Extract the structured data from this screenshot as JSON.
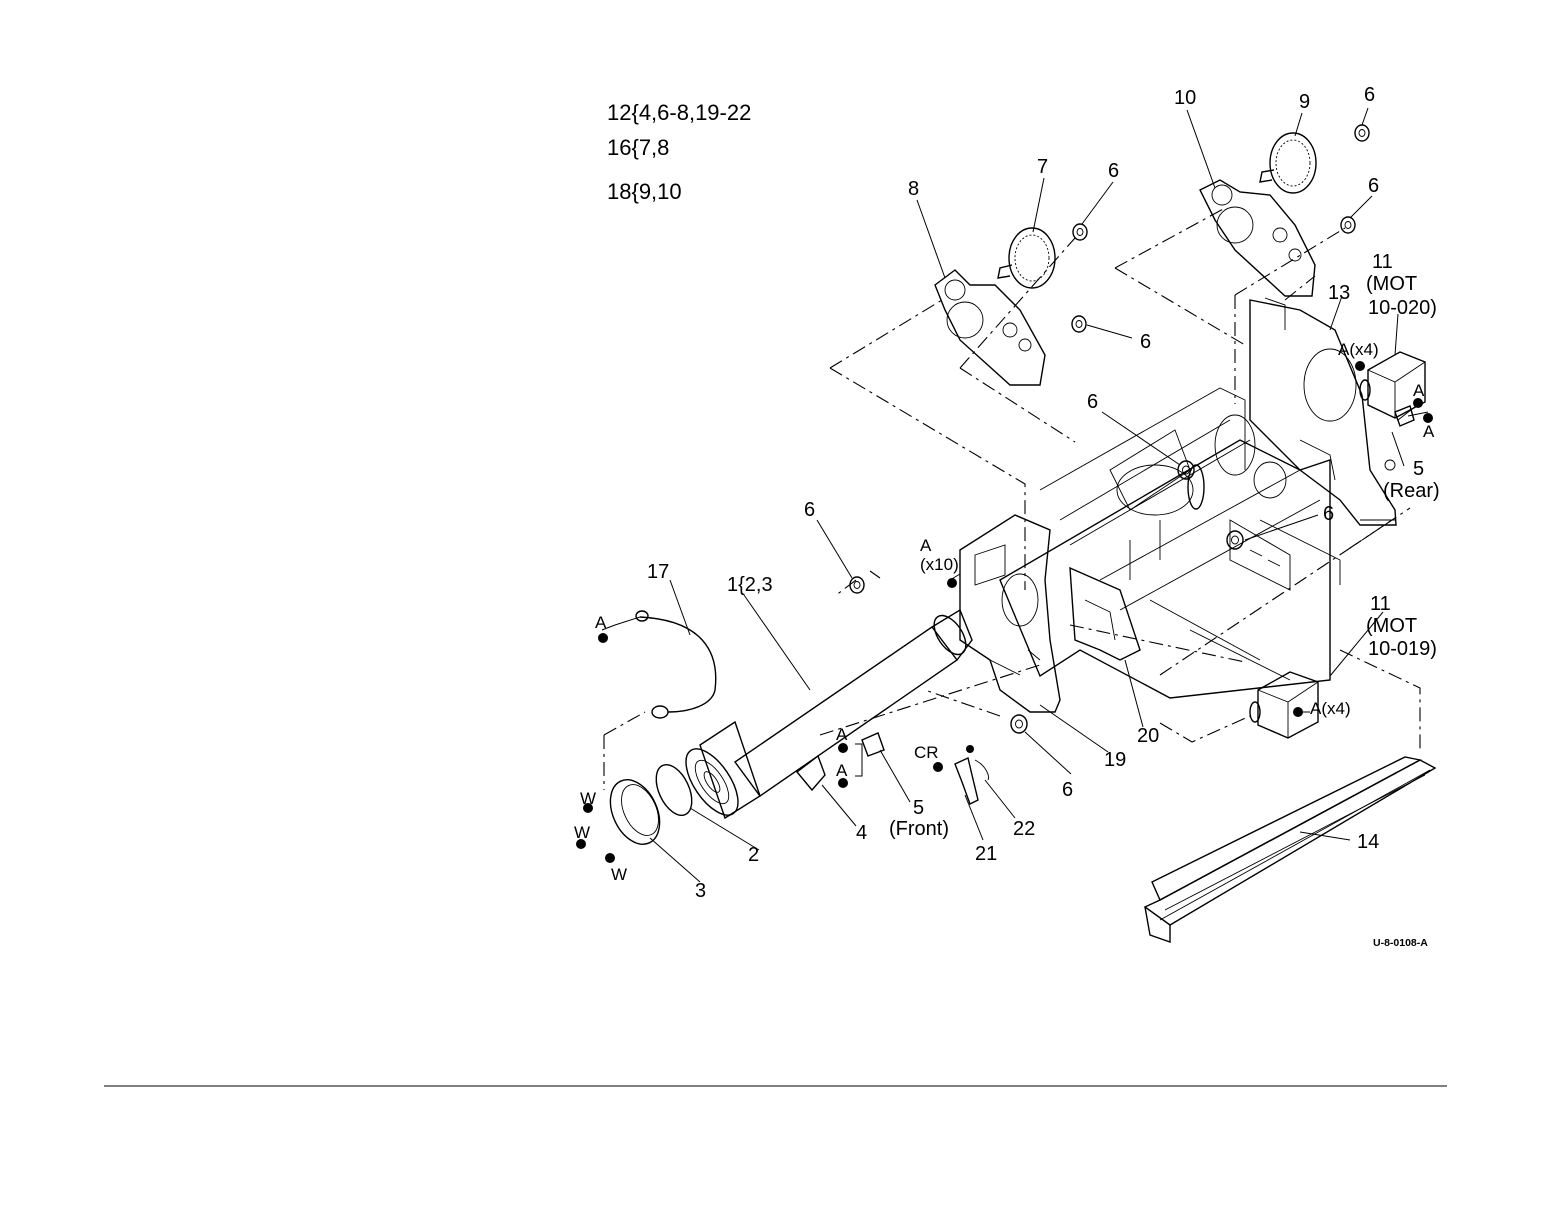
{
  "diagram": {
    "legend": [
      {
        "text": "12{4,6-8,19-22"
      },
      {
        "text": "16{7,8"
      },
      {
        "text": "18{9,10"
      }
    ],
    "callouts": {
      "c10": "10",
      "c9": "9",
      "c6_tr": "6",
      "c7": "7",
      "c6_a": "6",
      "c8": "8",
      "c6_b": "6",
      "c11_top": "11",
      "mot_top_1": "(MOT",
      "mot_top_2": "10-020)",
      "c13": "13",
      "c6_c": "6",
      "ax4_top": "A(x4)",
      "c6_d": "6",
      "a_r1": "A",
      "a_r2": "A",
      "c5_rear": "5",
      "rear": "(Rear)",
      "c6_e": "6",
      "c6_left": "6",
      "a_x10_1": "A",
      "a_x10_2": "(x10)",
      "c17": "17",
      "c1": "1{2,3",
      "a_17": "A",
      "c11_bot": "11",
      "mot_bot_1": "(MOT",
      "mot_bot_2": "10-019)",
      "ax4_bot": "A(x4)",
      "c19": "19",
      "c20": "20",
      "a_5f1": "A",
      "a_5f2": "A",
      "cr": "CR",
      "c6_f": "6",
      "w1": "W",
      "w2": "W",
      "w3": "W",
      "c2": "2",
      "c3": "3",
      "c4": "4",
      "c5_front": "5",
      "front": "(Front)",
      "c21": "21",
      "c22": "22",
      "c14": "14"
    },
    "drawing_id": "U-8-0108-A"
  }
}
